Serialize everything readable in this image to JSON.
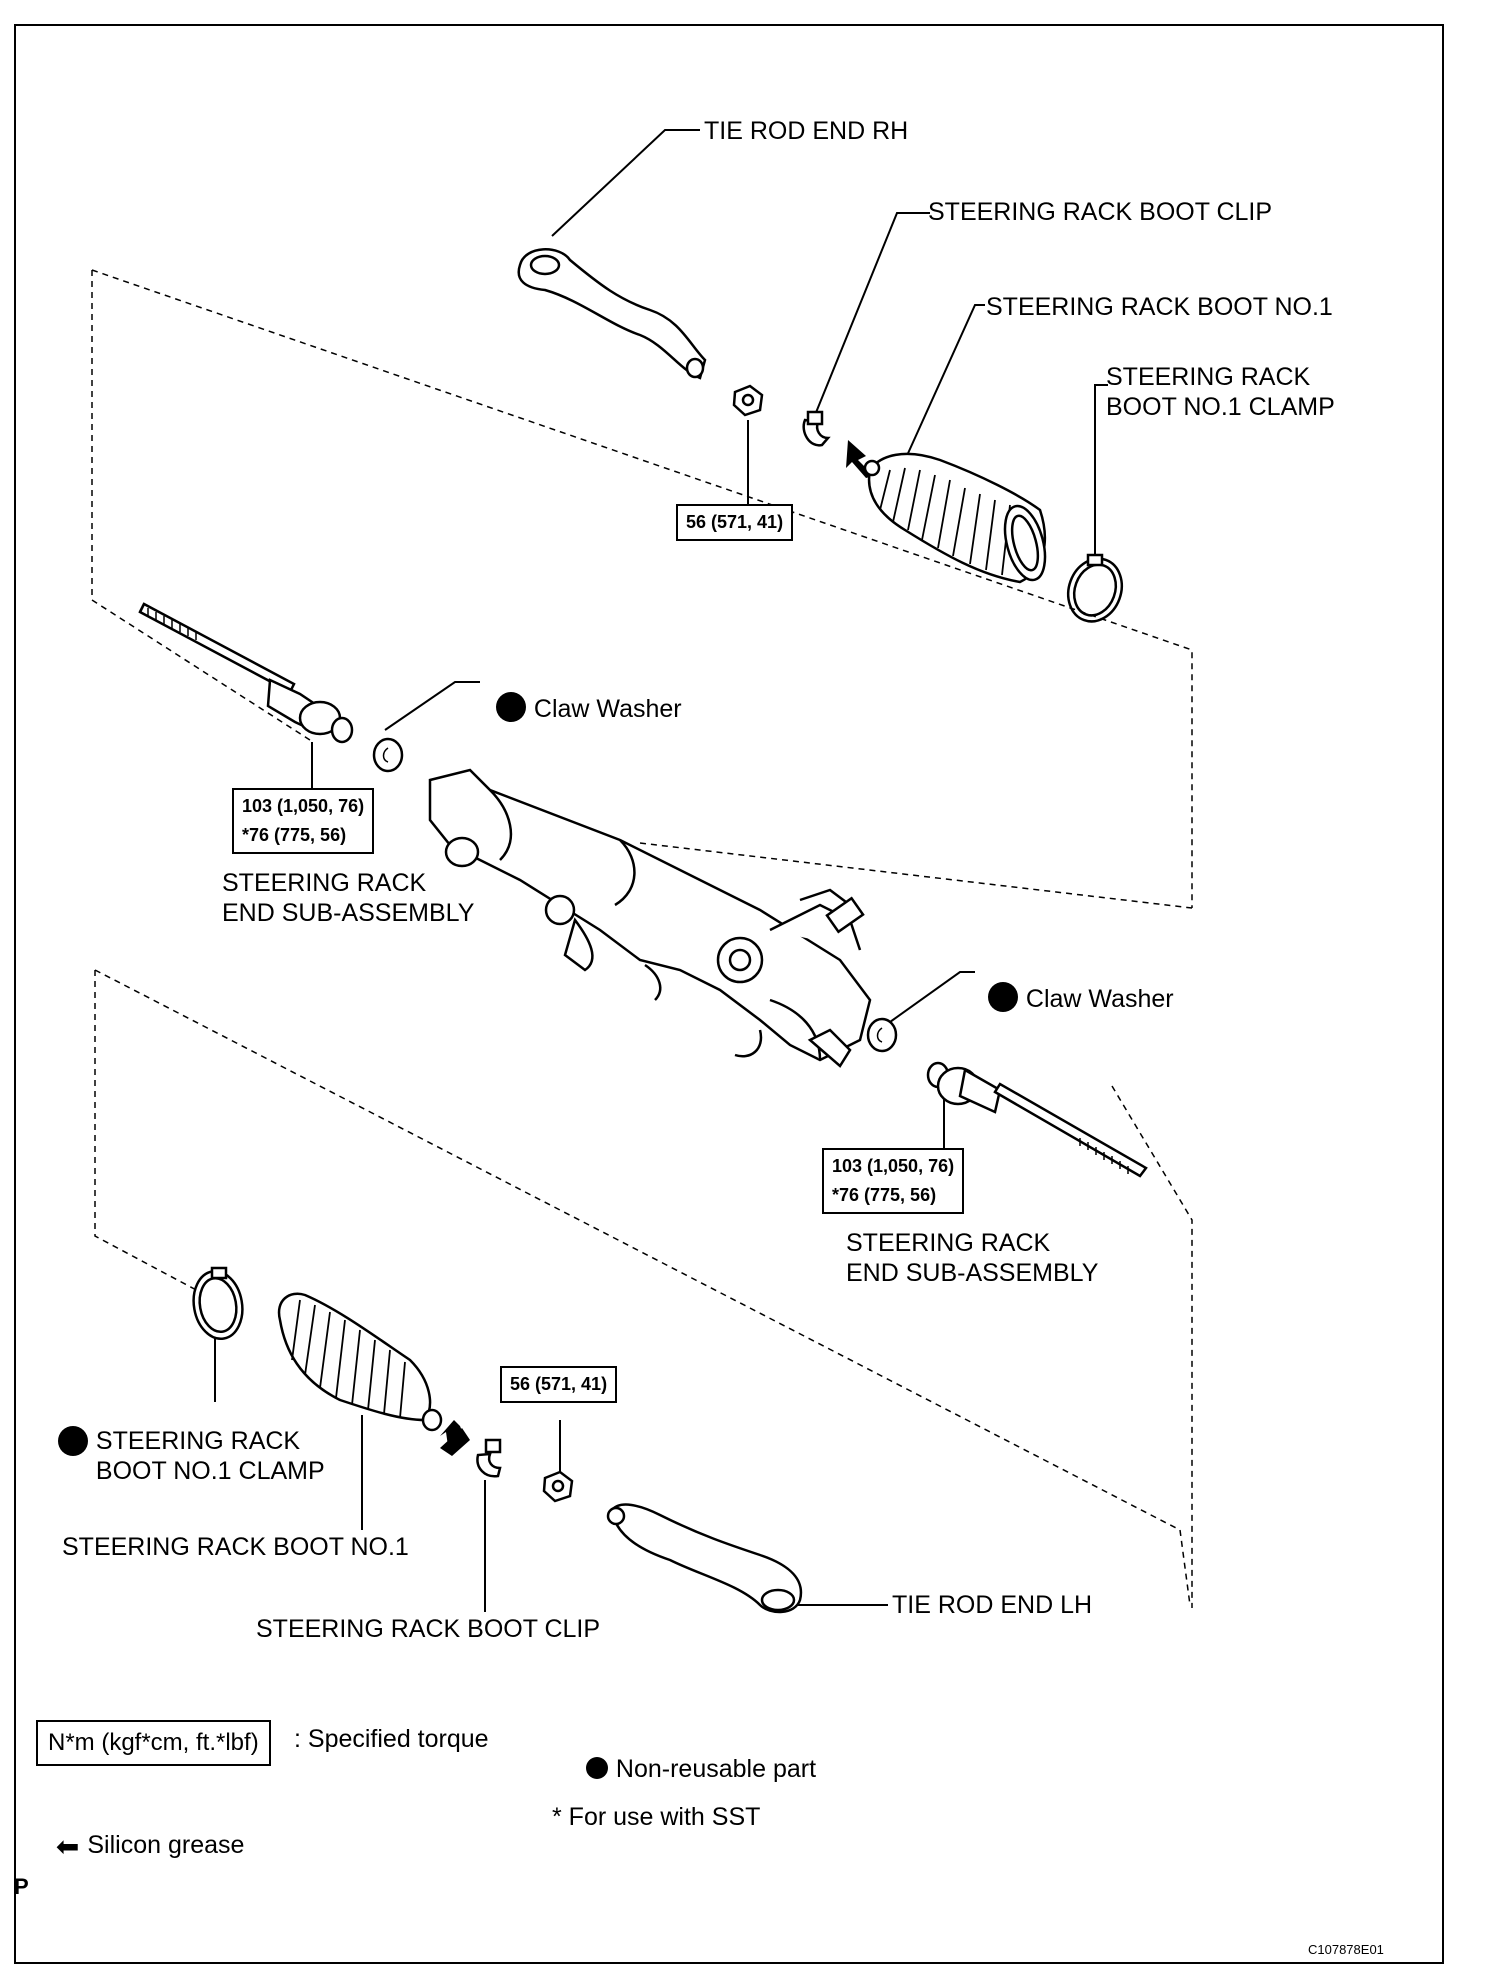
{
  "labels": {
    "tie_rod_end_rh": "TIE ROD END RH",
    "boot_clip_top": "STEERING RACK BOOT CLIP",
    "boot_no1_top": "STEERING RACK BOOT NO.1",
    "boot_clamp_top": "STEERING RACK\nBOOT NO.1 CLAMP",
    "claw_washer_top": "Claw Washer",
    "rack_end_left": "STEERING RACK\nEND SUB-ASSEMBLY",
    "claw_washer_bottom": "Claw Washer",
    "rack_end_right": "STEERING RACK\nEND SUB-ASSEMBLY",
    "boot_clamp_bottom": "STEERING RACK\nBOOT NO.1 CLAMP",
    "boot_no1_bottom": "STEERING RACK BOOT NO.1",
    "boot_clip_bottom": "STEERING RACK BOOT CLIP",
    "tie_rod_end_lh": "TIE ROD END LH"
  },
  "torque": {
    "nut_top": "56 (571, 41)",
    "rack_end_left": "103 (1,050, 76)\n*76 (775, 56)",
    "rack_end_right": "103 (1,050, 76)\n*76 (775, 56)",
    "nut_bottom": "56 (571, 41)"
  },
  "legend": {
    "torque_unit": "N*m (kgf*cm, ft.*lbf)",
    "torque_desc": ": Specified torque",
    "non_reusable": "Non-reusable part",
    "silicon_grease": "Silicon grease",
    "sst_note": "* For use with SST"
  },
  "corner_letter": "P",
  "figure_id": "C107878E01"
}
